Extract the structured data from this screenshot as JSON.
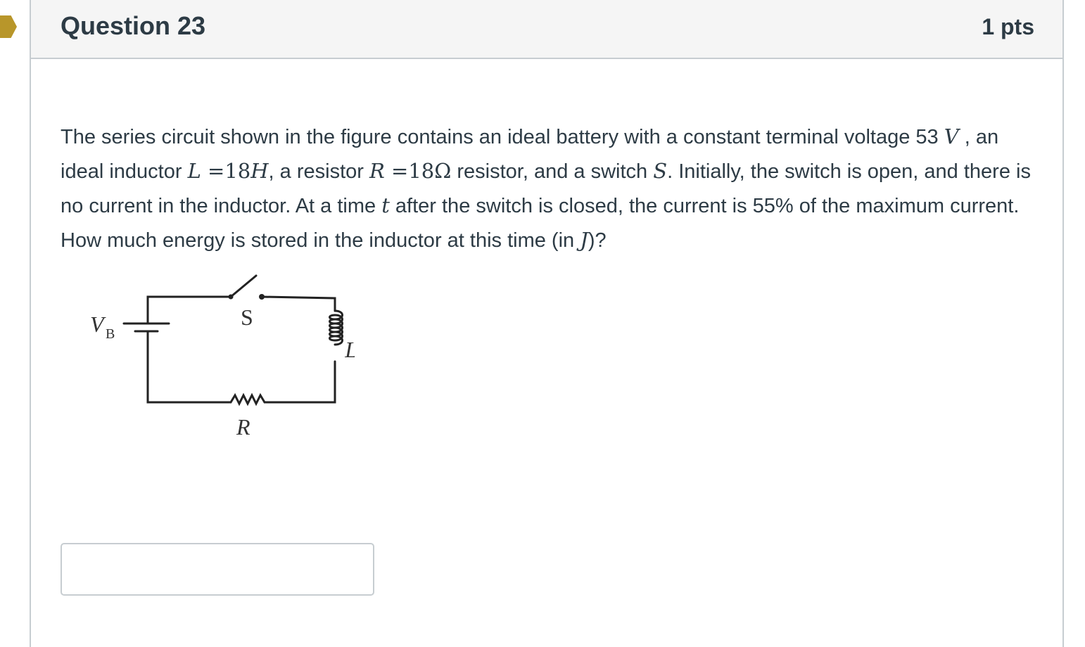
{
  "question": {
    "title": "Question 23",
    "points": "1 pts",
    "text": {
      "p1": "The series circuit shown in the figure contains an ideal battery  with a constant terminal voltage  53 ",
      "v_unit": "V",
      "p2": " , an ideal inductor ",
      "L_sym": "L",
      "eq1": " =18",
      "H_unit": "H",
      "p3": ", a resistor ",
      "R_sym": "R",
      "eq2": " =18Ω",
      "p4": " resistor, and a switch ",
      "S_sym": "S",
      "p5": ". Initially, the switch is open, and there is no current in the inductor.  At a time ",
      "t_sym": "t",
      "p6": " after the switch is closed, the current is  55% of the maximum current. How much energy is stored in the inductor at this time (in ",
      "J_sym": "J",
      "p7": ")?"
    }
  },
  "figure": {
    "battery_label": "V",
    "battery_sub": "B",
    "switch_label": "S",
    "inductor_label": "L",
    "resistor_label": "R"
  },
  "answer": {
    "value": "",
    "placeholder": ""
  },
  "colors": {
    "flag": "#b8962a",
    "header_bg": "#f5f5f5",
    "border": "#c7cdd1",
    "text": "#2d3b45"
  }
}
